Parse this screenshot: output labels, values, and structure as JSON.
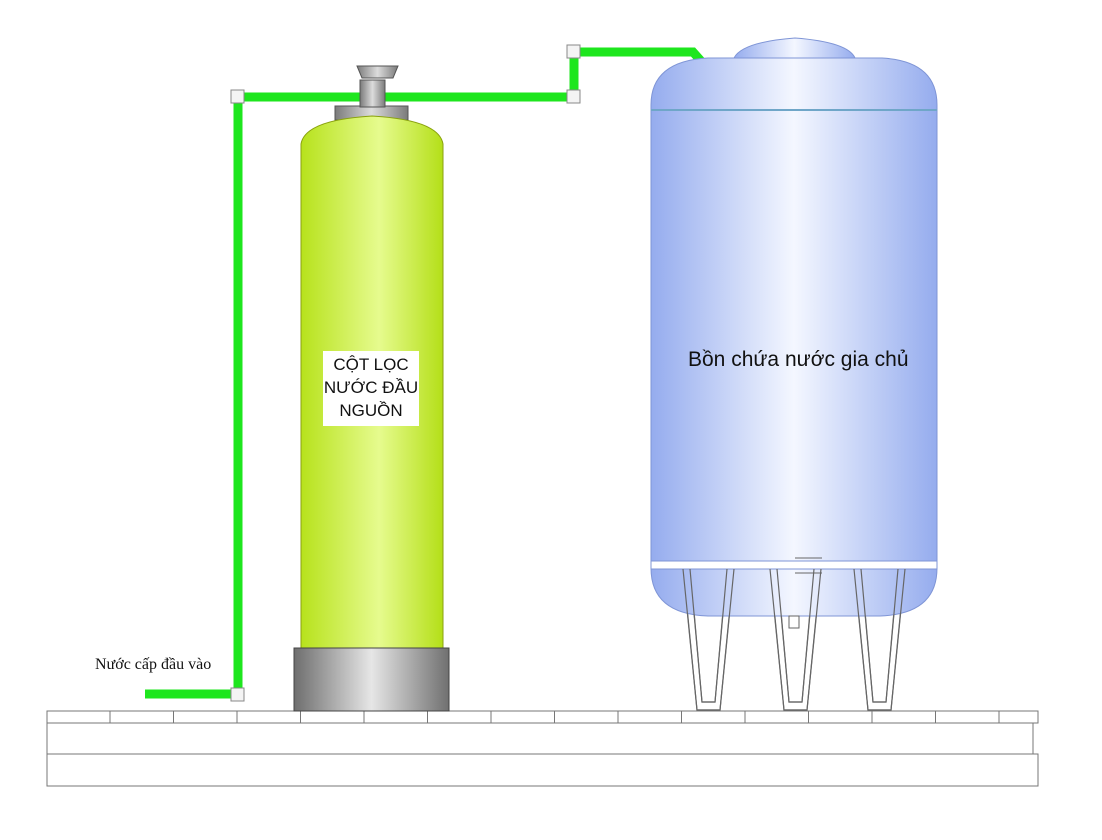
{
  "labels": {
    "inlet": "Nước cấp đầu vào",
    "filter_column": [
      "CỘT LỌC",
      "NƯỚC ĐẦU",
      "NGUỒN"
    ],
    "storage_tank": "Bồn chứa nước gia chủ"
  },
  "colors": {
    "pipe": "#1ee61e",
    "filter_body": "#c8f03a",
    "tank_body": "#a9bdf2",
    "base": "#9a9a9a",
    "brick_line": "#6a6a6a"
  }
}
